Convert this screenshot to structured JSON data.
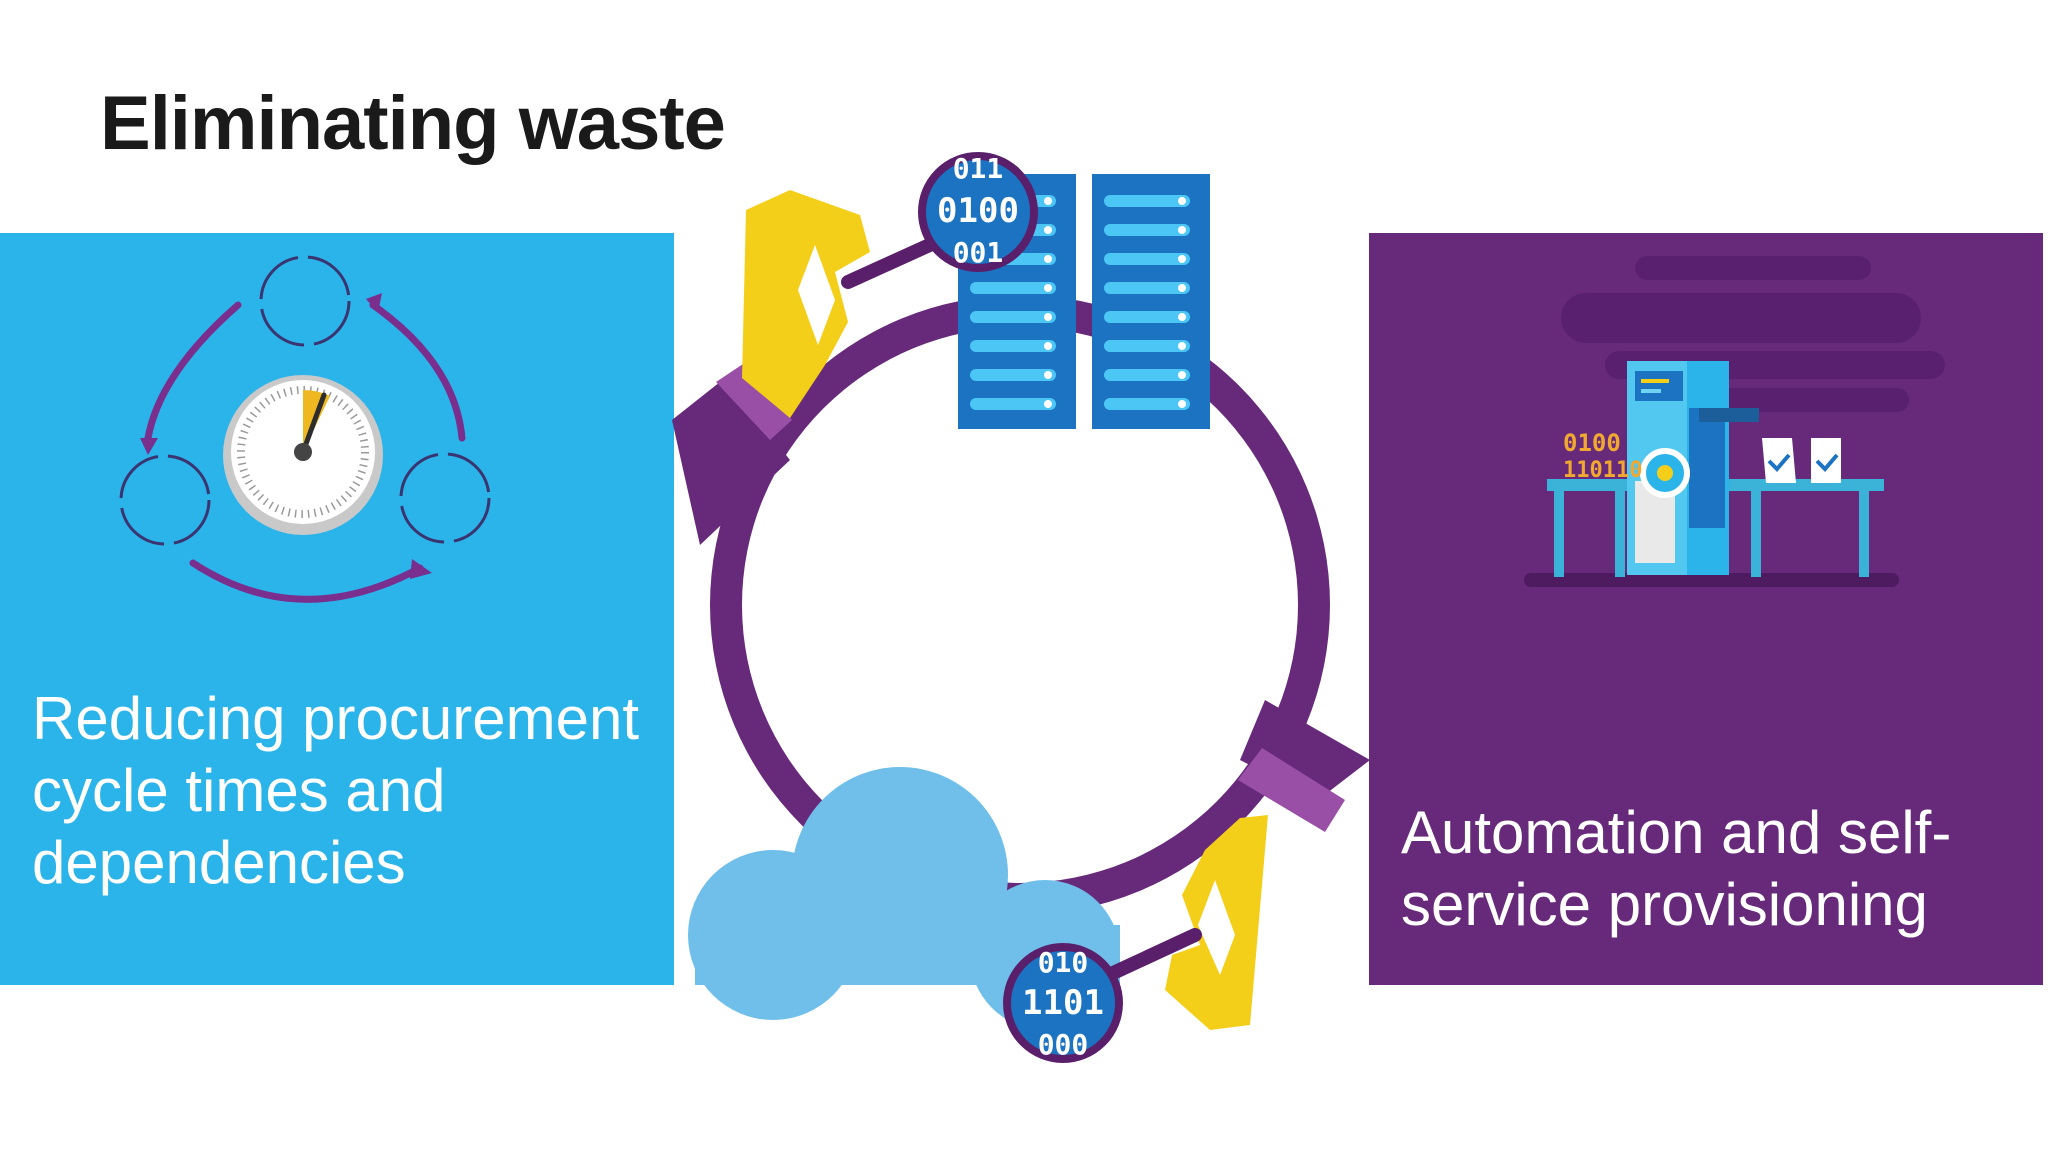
{
  "slide": {
    "title": "Eliminating waste"
  },
  "left_panel": {
    "text": "Reducing procurement cycle times and dependencies",
    "color": "#2bb4ea",
    "icons": [
      "cycle-arrows-icon",
      "stopwatch-icon"
    ]
  },
  "center_art": {
    "icons": [
      "server-rack-icon",
      "cloud-icon",
      "hand-icon",
      "magnifier-icon"
    ],
    "magnifier_top_bits": [
      "011",
      "0100",
      "001"
    ],
    "magnifier_bottom_bits": [
      "010",
      "1101",
      "000"
    ],
    "ring_color": "#672a7a",
    "hand_color": "#f4cf1a"
  },
  "right_panel": {
    "text": "Automation and self-service provisioning",
    "color": "#672a7a",
    "factory_bits": [
      "0100",
      "110110"
    ],
    "icons": [
      "factory-machine-icon",
      "checkmark-document-icon"
    ]
  }
}
